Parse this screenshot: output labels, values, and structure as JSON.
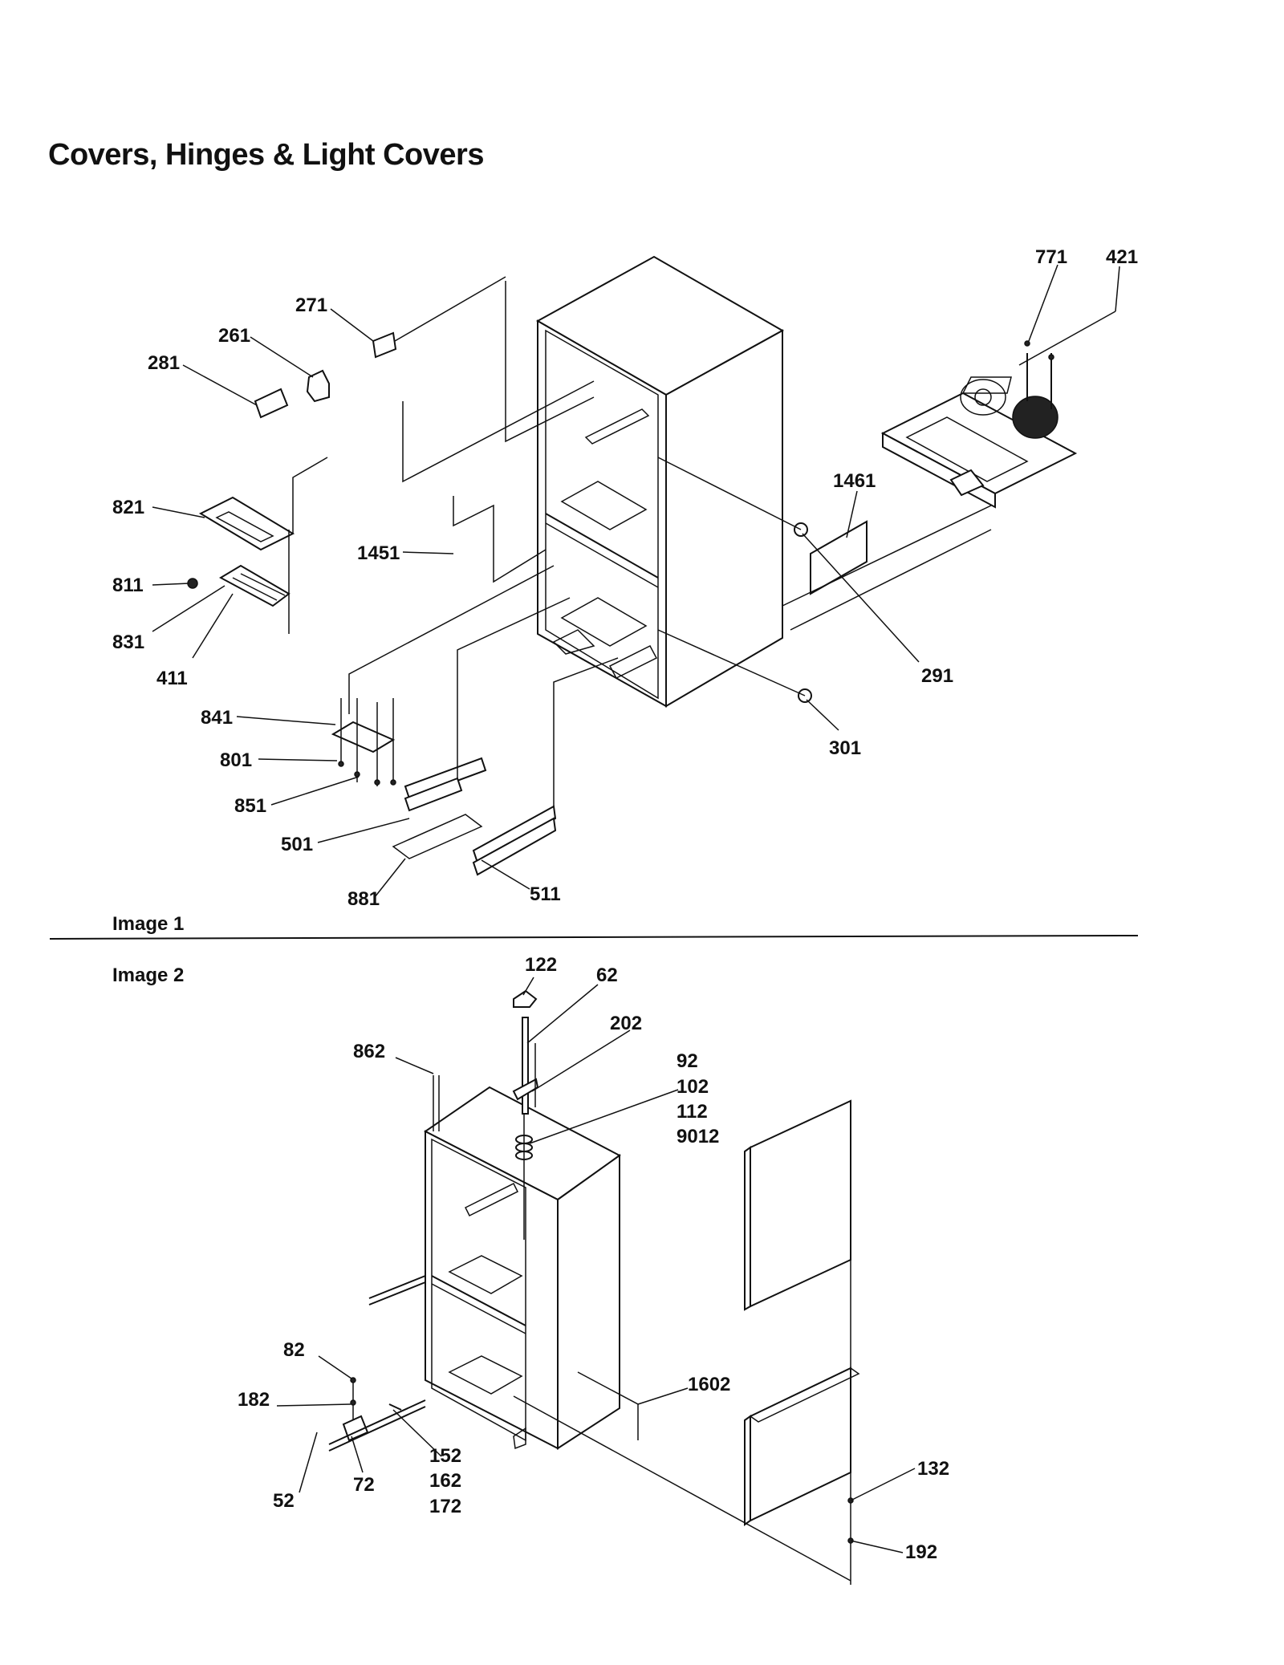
{
  "title": "Covers, Hinges & Light Covers",
  "sections": {
    "image1": "Image 1",
    "image2": "Image 2"
  },
  "callouts_image1": {
    "c771": "771",
    "c421": "421",
    "c271": "271",
    "c261": "261",
    "c281": "281",
    "c1461": "1461",
    "c821": "821",
    "c1451": "1451",
    "c811": "811",
    "c831": "831",
    "c411": "411",
    "c291": "291",
    "c841": "841",
    "c801": "801",
    "c301": "301",
    "c851": "851",
    "c501": "501",
    "c881": "881",
    "c511": "511"
  },
  "callouts_image2": {
    "c122": "122",
    "c62": "62",
    "c202": "202",
    "c862": "862",
    "c92": "92",
    "c102": "102",
    "c112": "112",
    "c9012": "9012",
    "c82": "82",
    "c1602": "1602",
    "c182": "182",
    "c152": "152",
    "c162": "162",
    "c172": "172",
    "c132": "132",
    "c52": "52",
    "c72": "72",
    "c192": "192"
  }
}
